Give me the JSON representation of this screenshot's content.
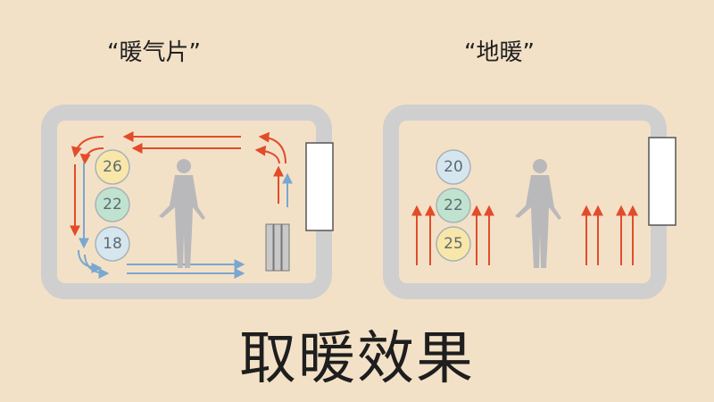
{
  "left_panel": {
    "title": "“暖气片”",
    "temperatures": [
      "26",
      "22",
      "18"
    ]
  },
  "right_panel": {
    "title": "“地暖”",
    "temperatures": [
      "20",
      "22",
      "25"
    ]
  },
  "caption": "取暖效果",
  "colors": {
    "background": "#f3e1c7",
    "wall": "#cfcfcf",
    "hot_arrow": "#e24c2b",
    "cool_arrow": "#7aa7cf",
    "person": "#b9b9bb",
    "circle_warm": "#f8e7a8",
    "circle_mid": "#bfe3cf",
    "circle_cool": "#d5e6ef"
  }
}
